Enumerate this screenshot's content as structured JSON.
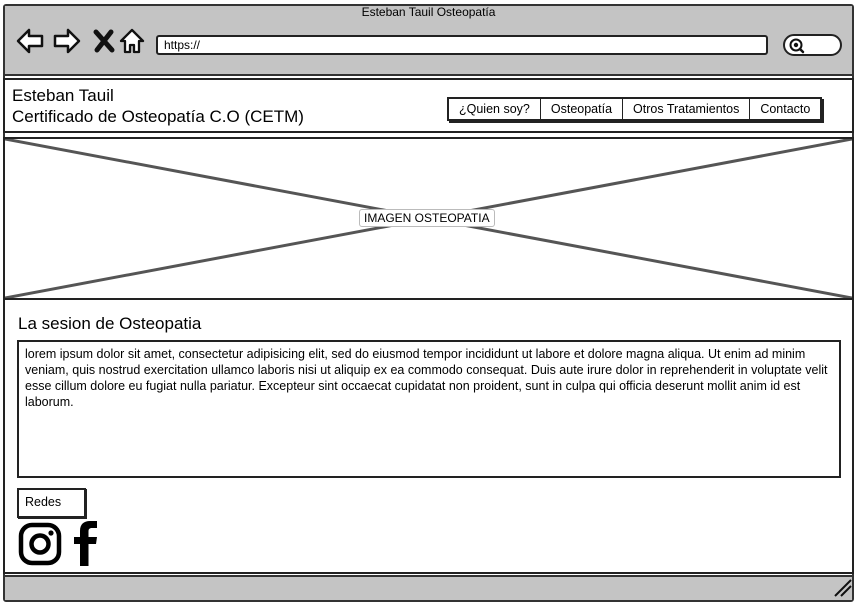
{
  "window": {
    "title": "Esteban Tauil Osteopatía"
  },
  "browser": {
    "url": "https://",
    "icons": [
      "back-arrow-icon",
      "forward-arrow-icon",
      "close-icon",
      "home-icon",
      "search-icon"
    ]
  },
  "header": {
    "name": "Esteban Tauil",
    "subtitle": "Certificado de Osteopatía C.O (CETM)",
    "nav": [
      "¿Quien soy?",
      "Osteopatía",
      "Otros Tratamientos",
      "Contacto"
    ]
  },
  "hero": {
    "label": "IMAGEN OSTEOPATIA"
  },
  "section": {
    "title": "La sesion de Osteopatia",
    "body": "lorem ipsum dolor sit amet, consectetur adipisicing elit, sed do eiusmod tempor incididunt ut labore et dolore magna aliqua. Ut enim ad minim veniam, quis nostrud exercitation ullamco laboris nisi ut aliquip ex ea commodo consequat. Duis aute irure dolor in reprehenderit in voluptate velit esse cillum dolore eu fugiat nulla pariatur. Excepteur sint occaecat cupidatat non proident, sunt in culpa qui officia deserunt mollit anim id est laborum."
  },
  "social": {
    "label": "Redes",
    "icons": [
      "instagram-icon",
      "facebook-icon"
    ]
  },
  "colors": {
    "chrome": "#c4c4c4",
    "stroke": "#222222",
    "placeholder_lines": "#555555"
  }
}
